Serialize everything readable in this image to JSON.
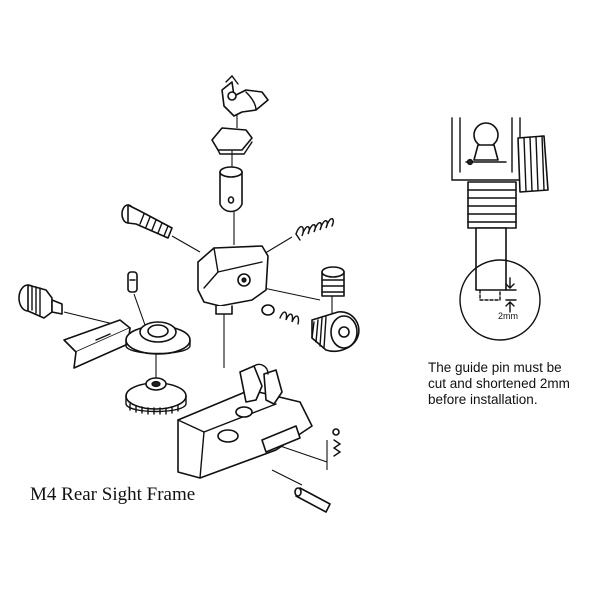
{
  "figure": {
    "caption": "M4 Rear Sight Frame",
    "note_lines": [
      "The guide pin must be",
      "cut and shortened 2mm",
      "before installation."
    ],
    "dimension_label": "2mm"
  },
  "colors": {
    "ink": "#111111",
    "background": "#ffffff"
  }
}
